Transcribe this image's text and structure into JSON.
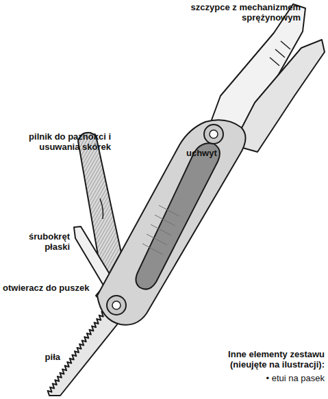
{
  "diagram": {
    "labels": [
      "szczypce z mechanizmem sprężynowym",
      "pilnik do paznokci i usuwania skórek",
      "uchwyt",
      "śrubokręt płaski",
      "otwieracz do puszek",
      "piła",
      "Inne elementy zestawu (nieujęte na ilustracji):",
      "• etui na pasek"
    ]
  }
}
